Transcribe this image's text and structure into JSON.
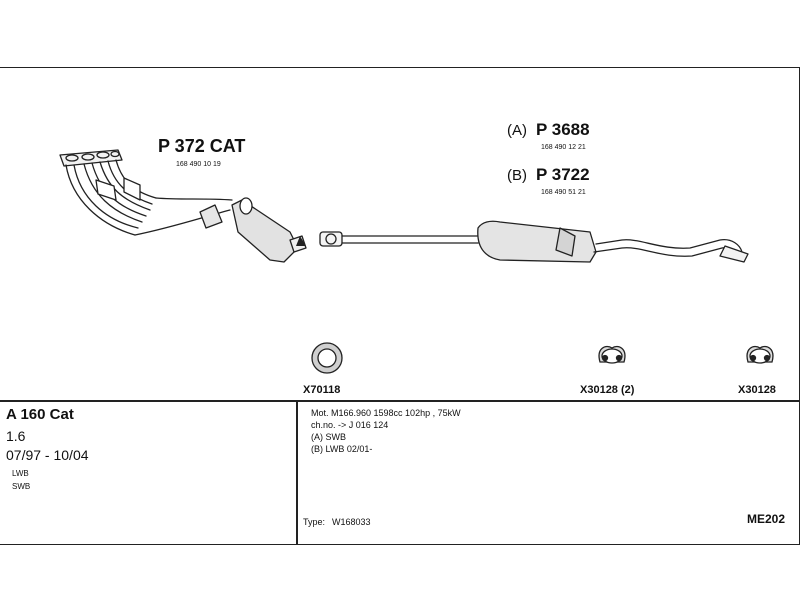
{
  "parts": {
    "cat": {
      "code": "P 372 CAT",
      "oem": "168 490 10 19"
    },
    "a": {
      "variant": "(A)",
      "code": "P 3688",
      "oem": "168 490 12 21"
    },
    "b": {
      "variant": "(B)",
      "code": "P 3722",
      "oem": "168 490 51 21"
    }
  },
  "fittings": {
    "ring": "X70118",
    "hanger_pair": "X30128 (2)",
    "hanger_single": "X30128"
  },
  "vehicle": {
    "model": "A 160 Cat",
    "engine": "1.6",
    "years": "07/97 - 10/04",
    "variant1": "LWB",
    "variant2": "SWB"
  },
  "specs": {
    "line1": "Mot. M166.960 1598cc 102hp , 75kW",
    "line2": "ch.no. -> J 016 124",
    "line3": "(A) SWB",
    "line4": "(B) LWB 02/01-",
    "type_label": "Type:",
    "type_value": "W168033",
    "ref": "ME202"
  }
}
